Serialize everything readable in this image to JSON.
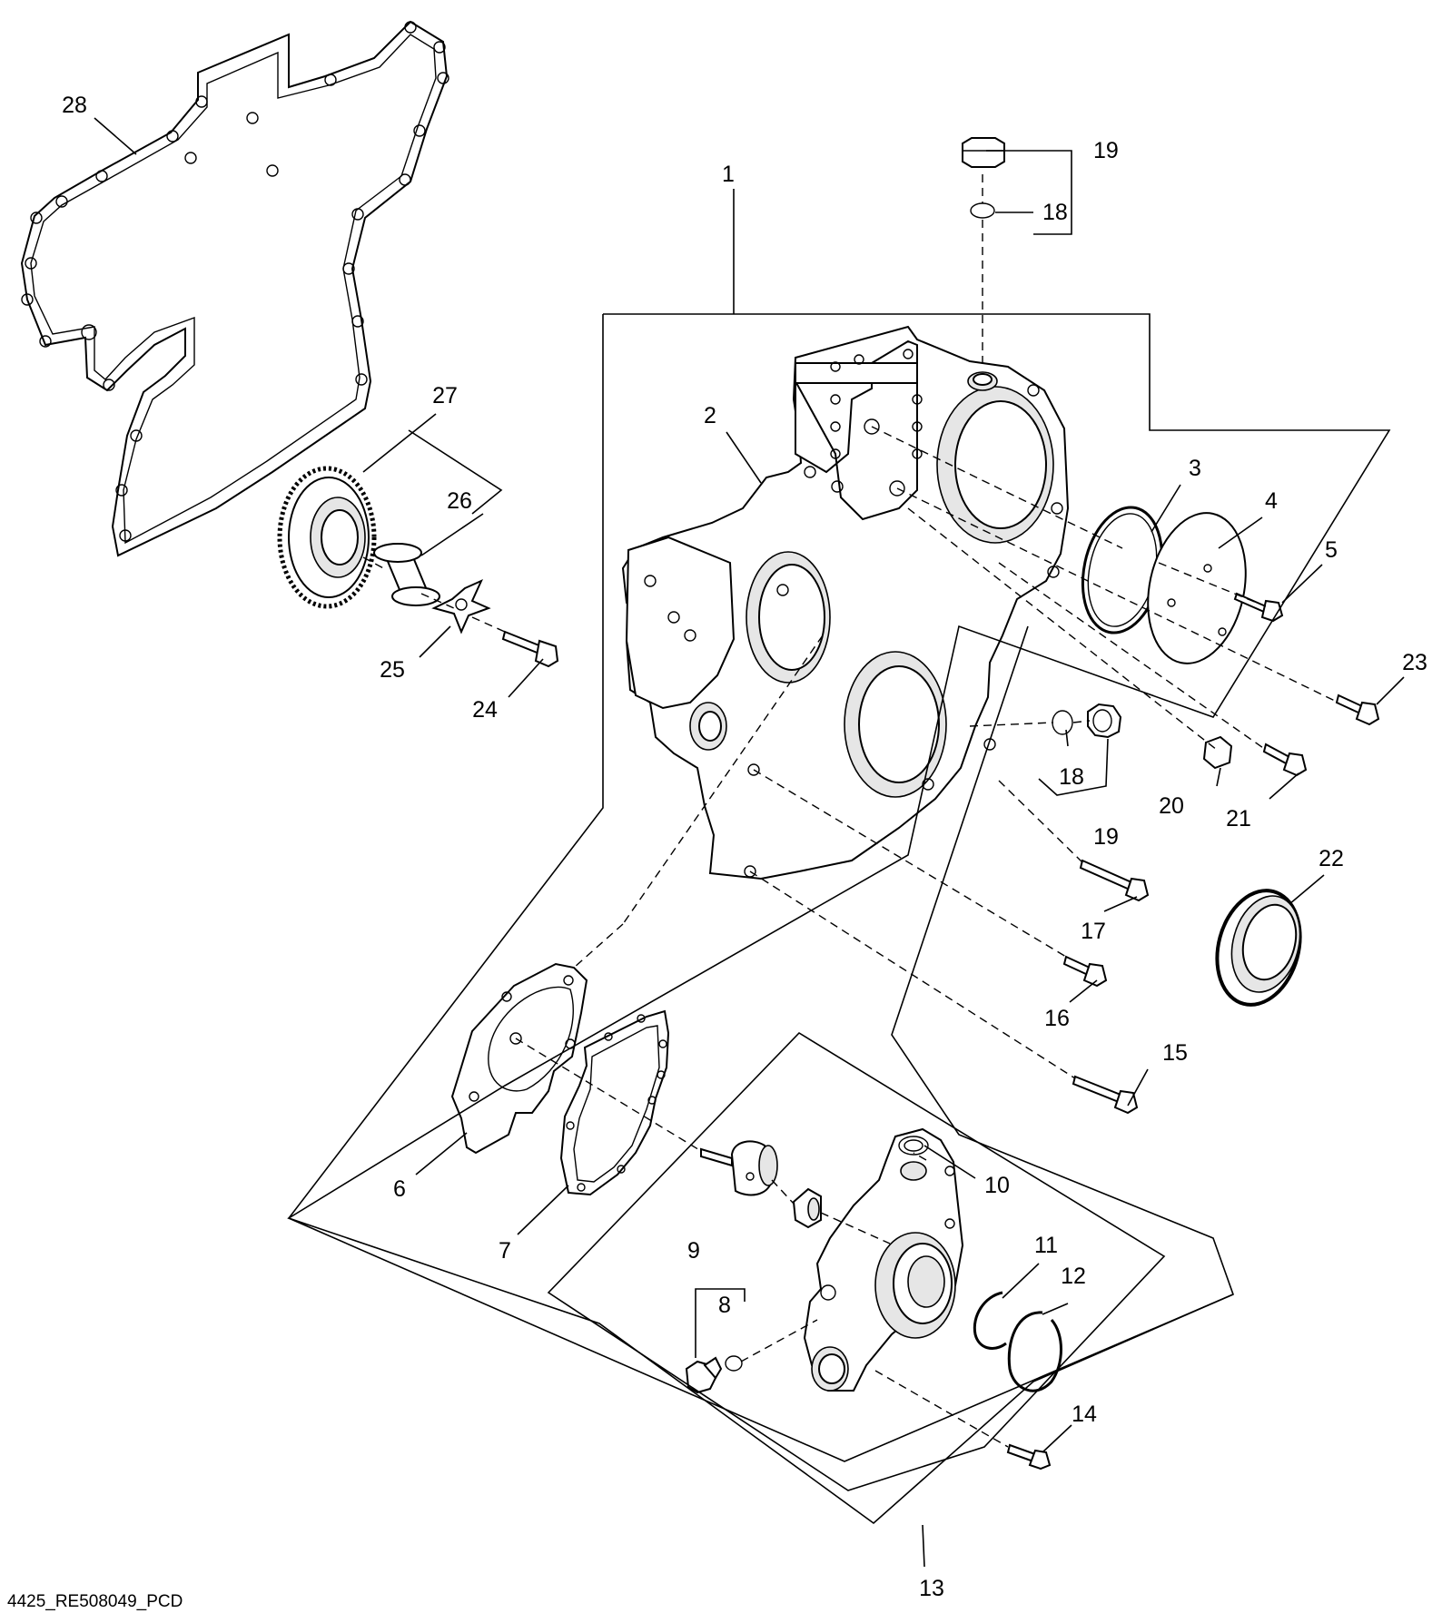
{
  "diagram_id": "4425_RE508049_PCD",
  "callouts": {
    "c1": "1",
    "c2": "2",
    "c3": "3",
    "c4": "4",
    "c5": "5",
    "c6": "6",
    "c7": "7",
    "c8": "8",
    "c9": "9",
    "c10": "10",
    "c11": "11",
    "c12": "12",
    "c13": "13",
    "c14": "14",
    "c15": "15",
    "c16": "16",
    "c17": "17",
    "c18a": "18",
    "c18b": "18",
    "c19a": "19",
    "c19b": "19",
    "c20": "20",
    "c21": "21",
    "c22": "22",
    "c23": "23",
    "c24": "24",
    "c25": "25",
    "c26": "26",
    "c27": "27",
    "c28": "28"
  }
}
